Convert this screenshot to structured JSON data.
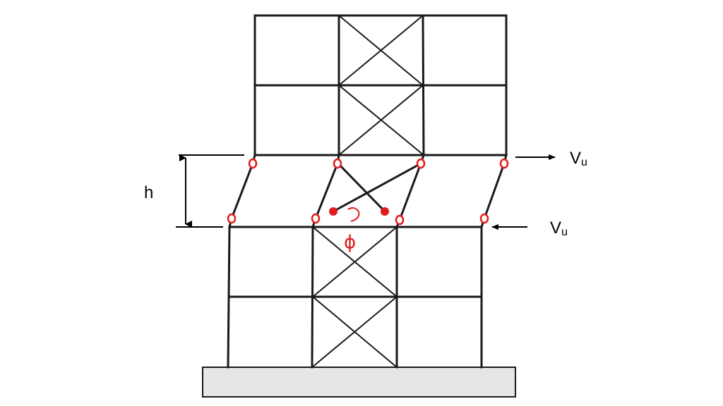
{
  "labels": {
    "h": "h",
    "top_force_main": "V",
    "top_force_sub": "u",
    "mid_force_main": "V",
    "mid_force_sub": "u",
    "rotation": "ϕ"
  },
  "colors": {
    "frame": "#1a1a1a",
    "hinge": "#e01b1b",
    "base_fill": "#e6e6e6"
  }
}
